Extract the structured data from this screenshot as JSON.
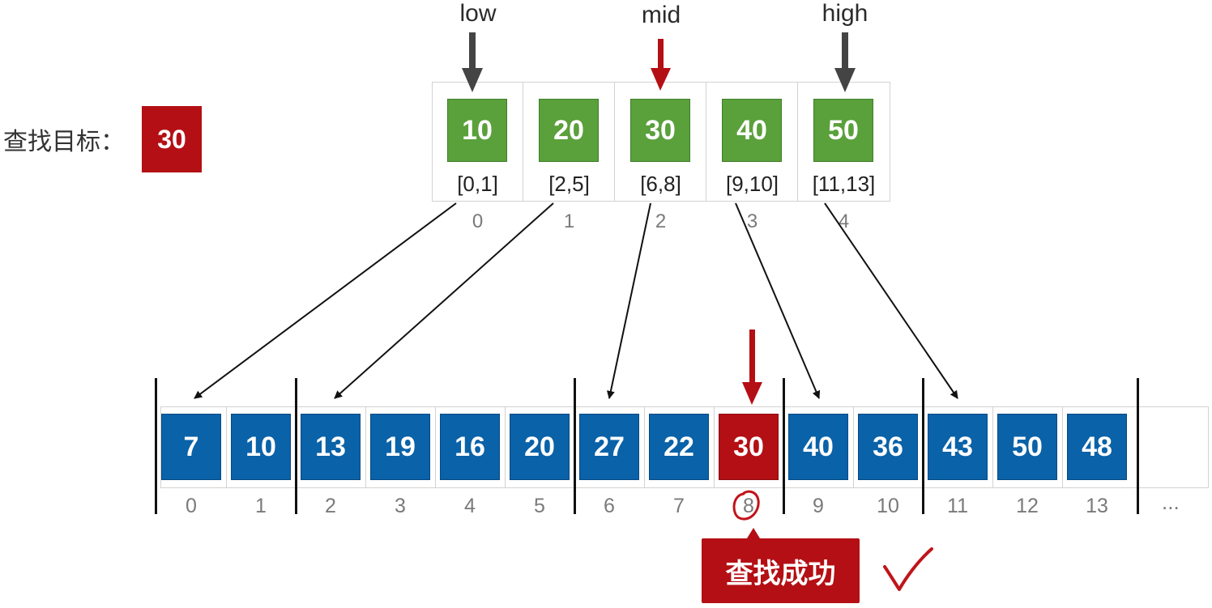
{
  "pointers": {
    "low": "low",
    "mid": "mid",
    "high": "high"
  },
  "target": {
    "label": "查找目标：",
    "value": "30"
  },
  "index_table": {
    "items": [
      {
        "max": "10",
        "range": "[0,1]",
        "index": "0"
      },
      {
        "max": "20",
        "range": "[2,5]",
        "index": "1"
      },
      {
        "max": "30",
        "range": "[6,8]",
        "index": "2"
      },
      {
        "max": "40",
        "range": "[9,10]",
        "index": "3"
      },
      {
        "max": "50",
        "range": "[11,13]",
        "index": "4"
      }
    ]
  },
  "main_array": {
    "values": [
      "7",
      "10",
      "13",
      "19",
      "16",
      "20",
      "27",
      "22",
      "30",
      "40",
      "36",
      "43",
      "50",
      "48"
    ],
    "indices": [
      "0",
      "1",
      "2",
      "3",
      "4",
      "5",
      "6",
      "7",
      "8",
      "9",
      "10",
      "11",
      "12",
      "13"
    ],
    "ellipsis": "...",
    "found_index": 8
  },
  "result": {
    "label": "查找成功"
  },
  "colors": {
    "index_box": "#5aa03b",
    "array_box": "#0a62a8",
    "highlight": "#b40f14",
    "pointer_arrow": "#444444"
  }
}
